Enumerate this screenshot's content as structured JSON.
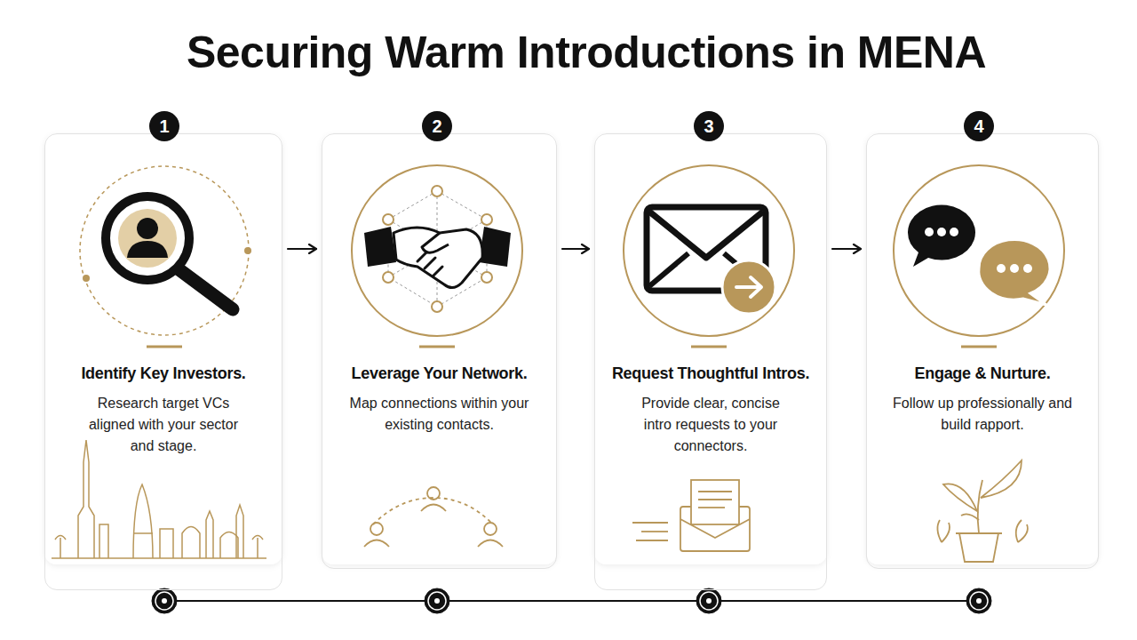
{
  "diagram": {
    "title": "Securing Warm Introductions in MENA",
    "nodes": [
      {
        "text": [
          "Identify Key Investors.",
          "Research target VCs aligned with your sector and stage."
        ]
      },
      {
        "text": [
          "Leverage Your Network.",
          "Map connections within your existing contacts."
        ]
      },
      {
        "text": [
          "Request Thoughtful Intros.",
          "Provide clear, concise intro requests to your connectors."
        ]
      },
      {
        "text": [
          "Engage & Nurture.",
          "Follow up professionally and build rapport."
        ]
      }
    ],
    "edges": [
      {
        "from": 0,
        "to": 1,
        "arrow": "to"
      },
      {
        "from": 1,
        "to": 2,
        "arrow": "to"
      },
      {
        "from": 2,
        "to": 3,
        "arrow": "to"
      }
    ],
    "labels": [
      "1",
      "2",
      "3",
      "4"
    ]
  }
}
